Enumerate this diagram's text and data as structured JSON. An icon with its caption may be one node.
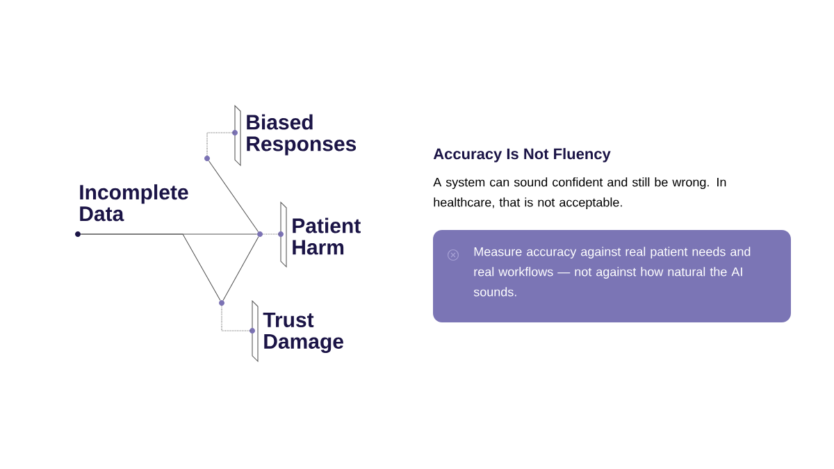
{
  "diagram": {
    "title": "Accuracy Is Not Fluency",
    "nodes": [
      {
        "text": [],
        "shape": "circle",
        "beside": [
          "Incomplete Data"
        ]
      },
      {
        "text": [],
        "shape": "circle"
      },
      {
        "text": [],
        "shape": "circle"
      },
      {
        "text": [],
        "shape": "circle"
      },
      {
        "text": [
          "Biased Responses"
        ]
      },
      {
        "text": [
          "Patient Harm"
        ]
      },
      {
        "text": [
          "Trust Damage"
        ]
      },
      {
        "text": [
          "Measure accuracy against real patient needs and real workflows — not against how natural the AI sounds."
        ]
      }
    ],
    "edges": [
      {
        "from": 0,
        "to": 2,
        "arrow": "none"
      },
      {
        "from": 0,
        "to": 3,
        "arrow": "none"
      },
      {
        "from": 1,
        "to": 2,
        "arrow": "none"
      },
      {
        "from": 3,
        "to": 2,
        "arrow": "none"
      },
      {
        "from": 1,
        "to": 4,
        "arrow": "none",
        "style": "dashed"
      },
      {
        "from": 2,
        "to": 5,
        "arrow": "none",
        "style": "dashed"
      },
      {
        "from": 3,
        "to": 6,
        "arrow": "none",
        "style": "dashed"
      }
    ],
    "labels": [
      "A system can sound confident and still be wrong. In healthcare, that is not acceptable."
    ]
  }
}
